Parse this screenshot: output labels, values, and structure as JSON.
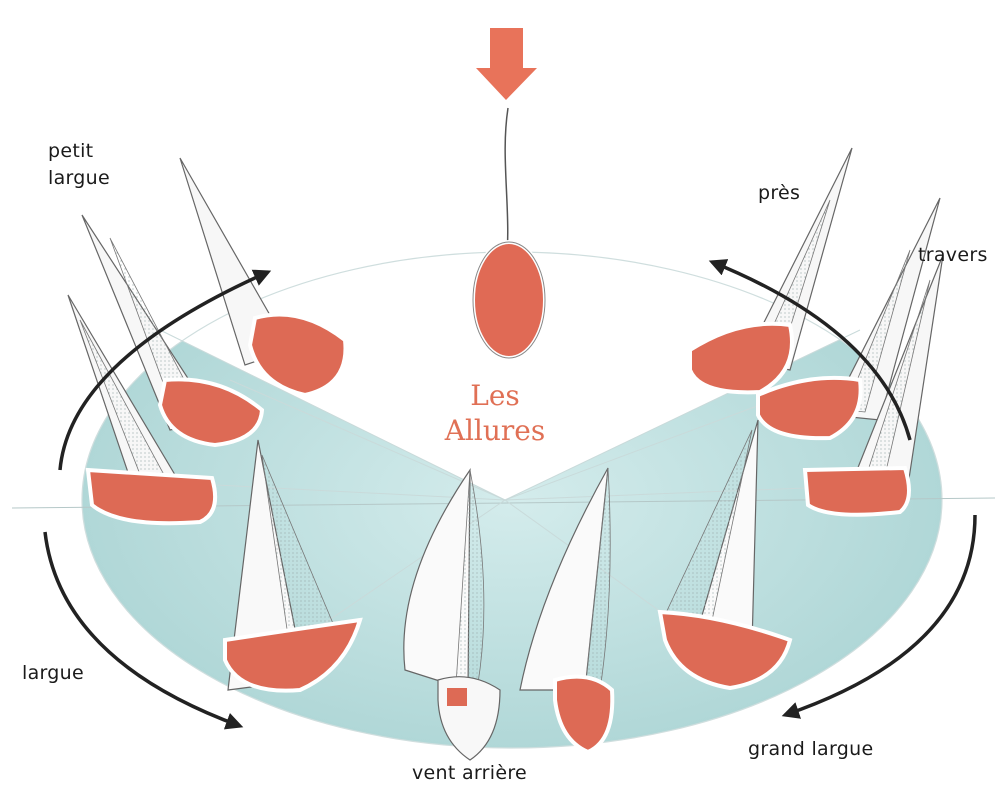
{
  "diagram": {
    "title_line1": "Les",
    "title_line2": "Allures",
    "labels": {
      "petit_line1": "petit",
      "petit_line2": "largue",
      "pres": "près",
      "travers": "travers",
      "largue": "largue",
      "grand_largue": "grand largue",
      "vent_arriere": "vent arrière"
    },
    "icons": {
      "wind_arrow": "wind-direction-arrow-icon",
      "curved_arrow": "curved-arrow-icon",
      "sailboat": "sailboat-icon"
    },
    "colors": {
      "water": "#b9dcdc",
      "hull": "#dd6a55",
      "accent": "#e07055",
      "ink": "#222222"
    }
  }
}
